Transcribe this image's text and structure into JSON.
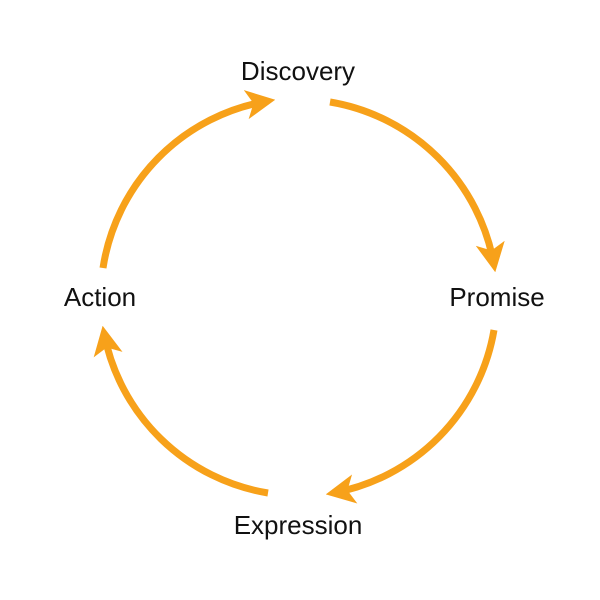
{
  "diagram": {
    "type": "cycle",
    "accent_color": "#f7a11a",
    "text_color": "#111111",
    "nodes": {
      "top": "Discovery",
      "right": "Promise",
      "bottom": "Expression",
      "left": "Action"
    },
    "flow": [
      "Discovery",
      "Promise",
      "Expression",
      "Action"
    ],
    "direction": "clockwise"
  }
}
